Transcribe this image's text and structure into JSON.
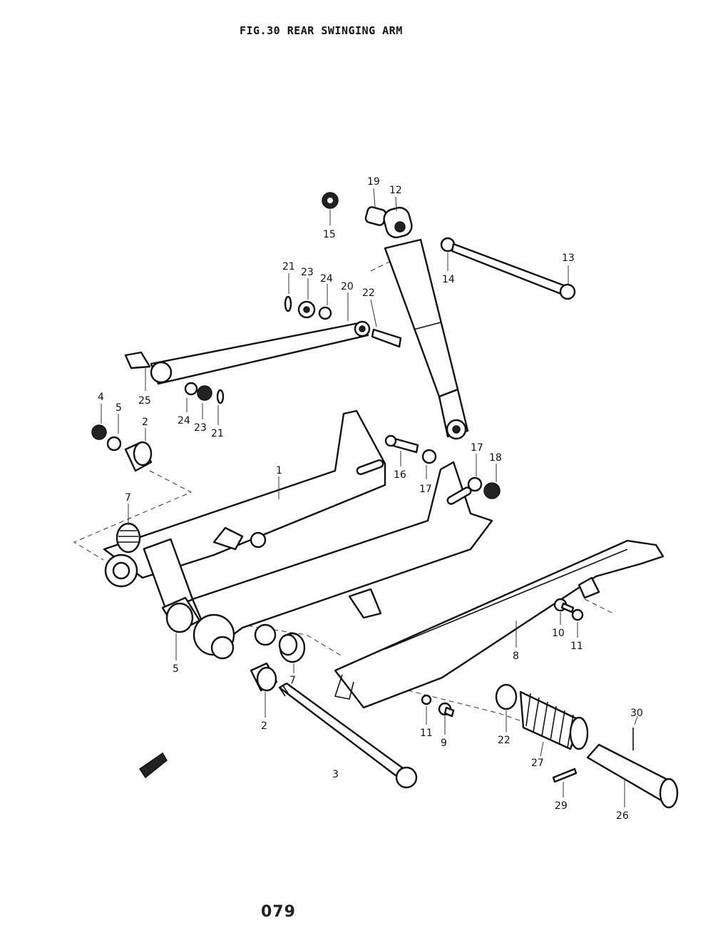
{
  "figure": {
    "title": "FIG.30  REAR SWINGING ARM",
    "page_number": "079"
  },
  "labels": [
    {
      "id": "lbl-19",
      "text": "19"
    },
    {
      "id": "lbl-12",
      "text": "12"
    },
    {
      "id": "lbl-15",
      "text": "15"
    },
    {
      "id": "lbl-13",
      "text": "13"
    },
    {
      "id": "lbl-14",
      "text": "14"
    },
    {
      "id": "lbl-21a",
      "text": "21"
    },
    {
      "id": "lbl-23a",
      "text": "23"
    },
    {
      "id": "lbl-24a",
      "text": "24"
    },
    {
      "id": "lbl-20",
      "text": "20"
    },
    {
      "id": "lbl-22a",
      "text": "22"
    },
    {
      "id": "lbl-25",
      "text": "25"
    },
    {
      "id": "lbl-24b",
      "text": "24"
    },
    {
      "id": "lbl-23b",
      "text": "23"
    },
    {
      "id": "lbl-21b",
      "text": "21"
    },
    {
      "id": "lbl-4",
      "text": "4"
    },
    {
      "id": "lbl-5a",
      "text": "5"
    },
    {
      "id": "lbl-2a",
      "text": "2"
    },
    {
      "id": "lbl-1",
      "text": "1"
    },
    {
      "id": "lbl-16",
      "text": "16"
    },
    {
      "id": "lbl-17a",
      "text": "17"
    },
    {
      "id": "lbl-17b",
      "text": "17"
    },
    {
      "id": "lbl-18",
      "text": "18"
    },
    {
      "id": "lbl-7a",
      "text": "7"
    },
    {
      "id": "lbl-7b",
      "text": "7"
    },
    {
      "id": "lbl-5b",
      "text": "5"
    },
    {
      "id": "lbl-2b",
      "text": "2"
    },
    {
      "id": "lbl-8",
      "text": "8"
    },
    {
      "id": "lbl-10",
      "text": "10"
    },
    {
      "id": "lbl-11a",
      "text": "11"
    },
    {
      "id": "lbl-11b",
      "text": "11"
    },
    {
      "id": "lbl-9",
      "text": "9"
    },
    {
      "id": "lbl-3",
      "text": "3"
    },
    {
      "id": "lbl-22b",
      "text": "22"
    },
    {
      "id": "lbl-27",
      "text": "27"
    },
    {
      "id": "lbl-30",
      "text": "30"
    },
    {
      "id": "lbl-29",
      "text": "29"
    },
    {
      "id": "lbl-26",
      "text": "26"
    }
  ]
}
